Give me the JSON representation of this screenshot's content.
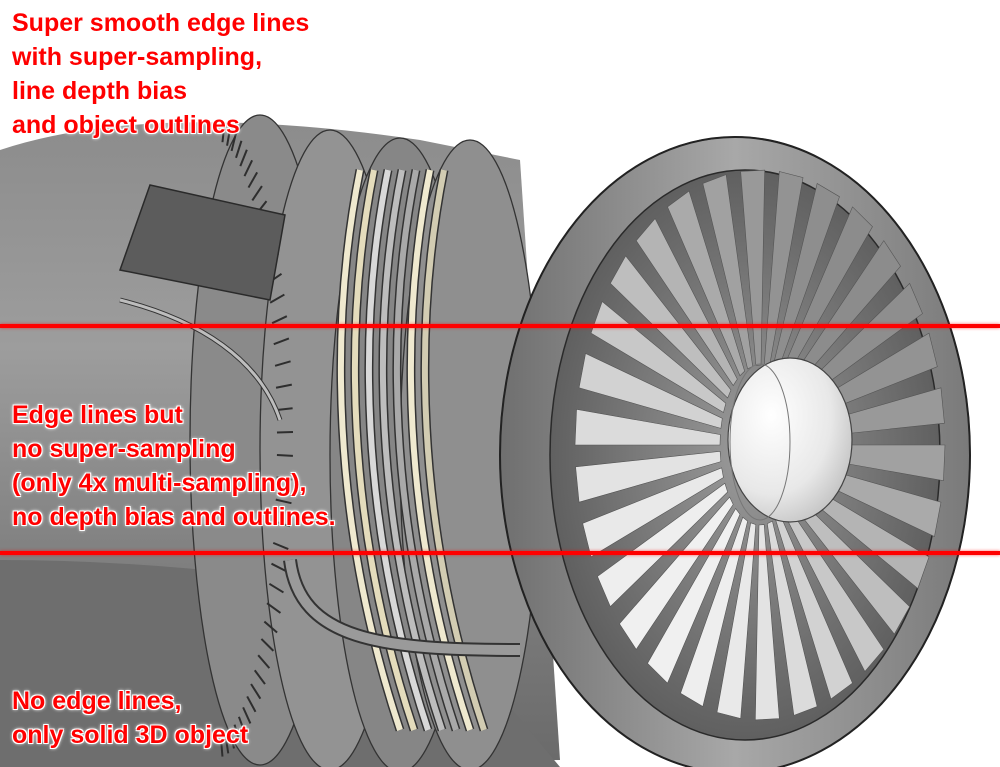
{
  "accent_color": "#ff0000",
  "captions": {
    "top": [
      "Super smooth edge lines",
      "with super-sampling,",
      "line depth bias",
      "and object outlines"
    ],
    "middle": [
      "Edge lines but",
      "no super-sampling",
      "(only 4x multi-sampling),",
      "no depth bias and outlines."
    ],
    "bottom": [
      "No edge lines,",
      "only solid 3D object"
    ]
  }
}
